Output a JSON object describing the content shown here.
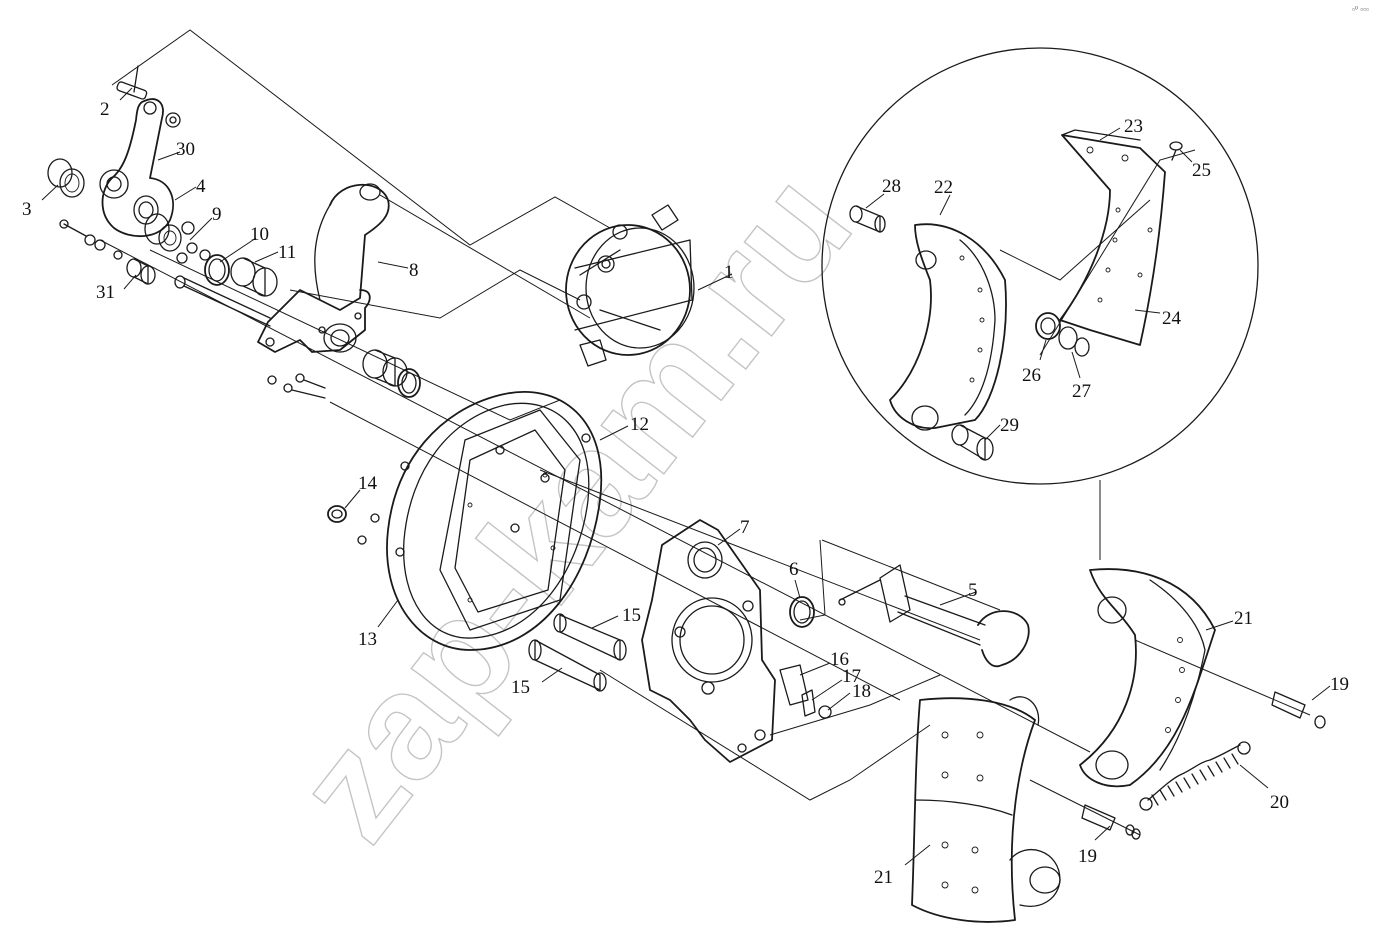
{
  "watermark": "zap-kam.ru",
  "corner_mark": "▫︎⁰ ▫︎▫︎▫︎",
  "callouts": [
    {
      "id": "c1",
      "text": "1"
    },
    {
      "id": "c2",
      "text": "2"
    },
    {
      "id": "c3",
      "text": "3"
    },
    {
      "id": "c4",
      "text": "4"
    },
    {
      "id": "c5",
      "text": "5"
    },
    {
      "id": "c6",
      "text": "6"
    },
    {
      "id": "c7",
      "text": "7"
    },
    {
      "id": "c8",
      "text": "8"
    },
    {
      "id": "c9",
      "text": "9"
    },
    {
      "id": "c10",
      "text": "10"
    },
    {
      "id": "c11",
      "text": "11"
    },
    {
      "id": "c12",
      "text": "12"
    },
    {
      "id": "c13",
      "text": "13"
    },
    {
      "id": "c14",
      "text": "14"
    },
    {
      "id": "c15a",
      "text": "15"
    },
    {
      "id": "c15b",
      "text": "15"
    },
    {
      "id": "c16",
      "text": "16"
    },
    {
      "id": "c17",
      "text": "17"
    },
    {
      "id": "c18",
      "text": "18"
    },
    {
      "id": "c19a",
      "text": "19"
    },
    {
      "id": "c19b",
      "text": "19"
    },
    {
      "id": "c20",
      "text": "20"
    },
    {
      "id": "c21a",
      "text": "21"
    },
    {
      "id": "c21b",
      "text": "21"
    },
    {
      "id": "c22",
      "text": "22"
    },
    {
      "id": "c23",
      "text": "23"
    },
    {
      "id": "c24",
      "text": "24"
    },
    {
      "id": "c25",
      "text": "25"
    },
    {
      "id": "c26",
      "text": "26"
    },
    {
      "id": "c27",
      "text": "27"
    },
    {
      "id": "c28",
      "text": "28"
    },
    {
      "id": "c29",
      "text": "29"
    },
    {
      "id": "c30",
      "text": "30"
    },
    {
      "id": "c31",
      "text": "31"
    }
  ]
}
